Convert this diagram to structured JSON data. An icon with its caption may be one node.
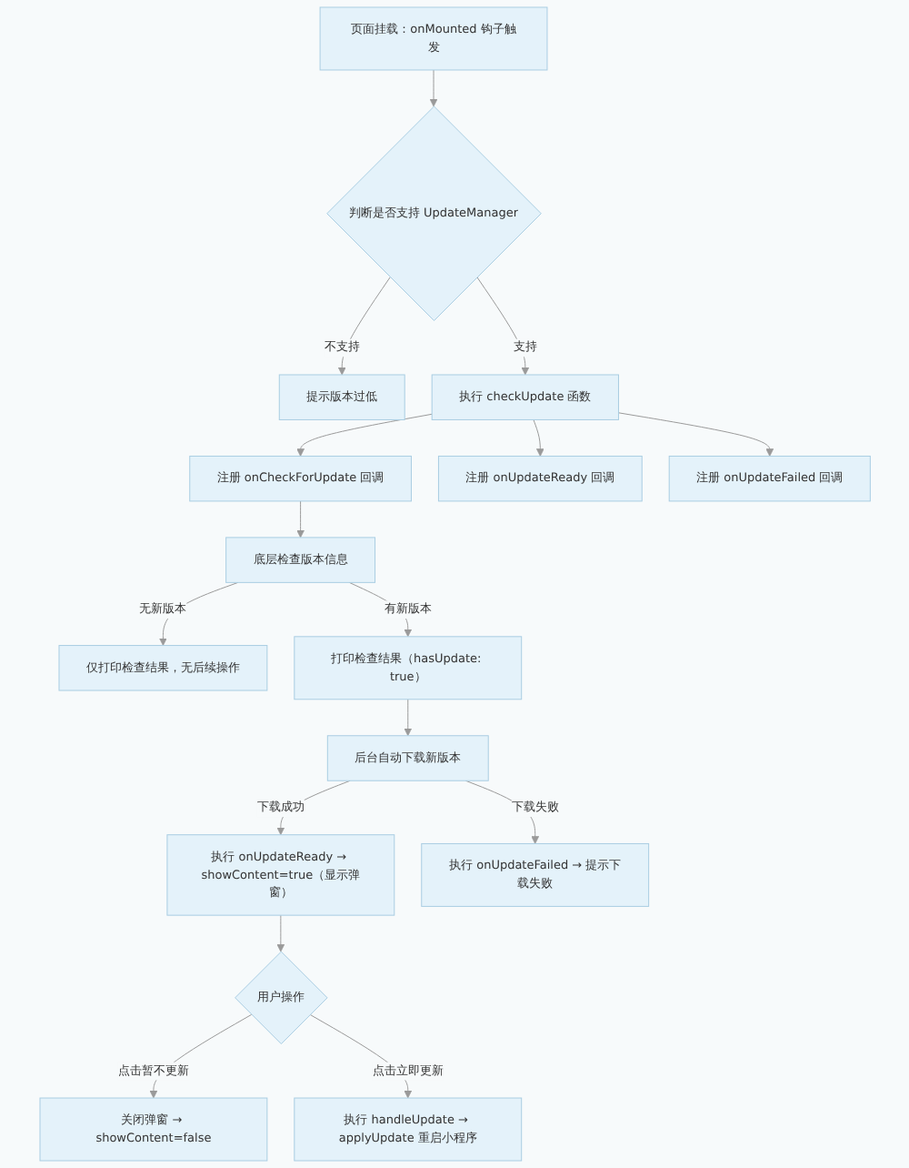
{
  "diagram": {
    "nodes": [
      {
        "text": [
          "页面挂载：onMounted 钩子触发"
        ]
      },
      {
        "text": [
          "判断是否支持 UpdateManager"
        ]
      },
      {
        "text": [
          "提示版本过低"
        ]
      },
      {
        "text": [
          "执行 checkUpdate 函数"
        ]
      },
      {
        "text": [
          "注册 onCheckForUpdate 回调"
        ]
      },
      {
        "text": [
          "注册 onUpdateReady 回调"
        ]
      },
      {
        "text": [
          "注册 onUpdateFailed 回调"
        ]
      },
      {
        "text": [
          "底层检查版本信息"
        ]
      },
      {
        "text": [
          "仅打印检查结果，无后续操作"
        ]
      },
      {
        "text": [
          "打印检查结果（hasUpdate: true）"
        ]
      },
      {
        "text": [
          "后台自动下载新版本"
        ]
      },
      {
        "text": [
          "执行 onUpdateReady → showContent=true（显示弹窗）"
        ]
      },
      {
        "text": [
          "执行 onUpdateFailed → 提示下载失败"
        ]
      },
      {
        "text": [
          "用户操作"
        ]
      },
      {
        "text": [
          "关闭弹窗 → showContent=false"
        ]
      },
      {
        "text": [
          "执行 handleUpdate → applyUpdate 重启小程序"
        ]
      }
    ],
    "edges": [
      {
        "from": 0,
        "to": 1,
        "arrow": "to"
      },
      {
        "from": 1,
        "to": 2,
        "arrow": "to",
        "label": "不支持"
      },
      {
        "from": 1,
        "to": 3,
        "arrow": "to",
        "label": "支持"
      },
      {
        "from": 3,
        "to": 4,
        "arrow": "to"
      },
      {
        "from": 3,
        "to": 5,
        "arrow": "to"
      },
      {
        "from": 3,
        "to": 6,
        "arrow": "to"
      },
      {
        "from": 4,
        "to": 7,
        "arrow": "to"
      },
      {
        "from": 7,
        "to": 8,
        "arrow": "to",
        "label": "无新版本"
      },
      {
        "from": 7,
        "to": 9,
        "arrow": "to",
        "label": "有新版本"
      },
      {
        "from": 9,
        "to": 10,
        "arrow": "to"
      },
      {
        "from": 10,
        "to": 11,
        "arrow": "to",
        "label": "下载成功"
      },
      {
        "from": 10,
        "to": 12,
        "arrow": "to",
        "label": "下载失败"
      },
      {
        "from": 11,
        "to": 13,
        "arrow": "to"
      },
      {
        "from": 13,
        "to": 14,
        "arrow": "to",
        "label": "点击暂不更新"
      },
      {
        "from": 13,
        "to": 15,
        "arrow": "to",
        "label": "点击立即更新"
      }
    ]
  }
}
